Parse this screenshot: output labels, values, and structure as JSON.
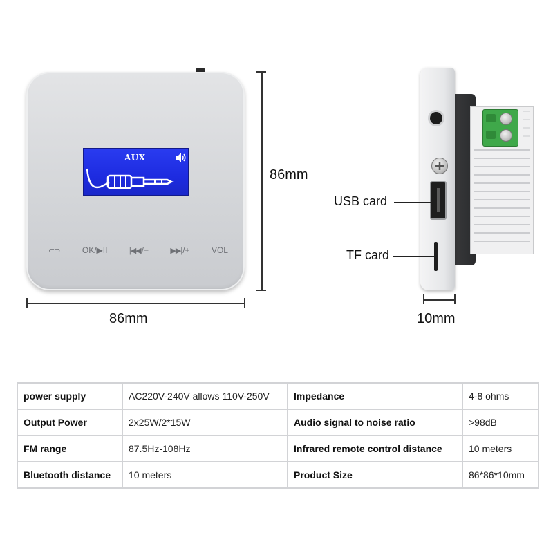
{
  "front": {
    "lcd_title": "AUX",
    "buttons": [
      {
        "icon": "⊂⊃",
        "label": ""
      },
      {
        "icon": "",
        "label": "OK/▶II"
      },
      {
        "icon": "|◀◀",
        "label": "/−"
      },
      {
        "icon": "▶▶|",
        "label": "/+"
      },
      {
        "icon": "",
        "label": "VOL"
      }
    ]
  },
  "dimensions": {
    "width": "86mm",
    "height": "86mm",
    "depth": "10mm"
  },
  "side": {
    "usb_label": "USB card",
    "tf_label": "TF card"
  },
  "specs": [
    [
      "power supply",
      "AC220V-240V allows 110V-250V",
      "Impedance",
      "4-8 ohms"
    ],
    [
      "Output Power",
      "2x25W/2*15W",
      "Audio signal to noise ratio",
      ">98dB"
    ],
    [
      "FM range",
      "87.5Hz-108Hz",
      "Infrared remote control distance",
      "10 meters"
    ],
    [
      "Bluetooth distance",
      "10 meters",
      "Product Size",
      "86*86*10mm"
    ]
  ],
  "colors": {
    "lcd_blue": "#2433e8",
    "terminal_green": "#3fa84a",
    "table_border": "#d2d3d6"
  }
}
